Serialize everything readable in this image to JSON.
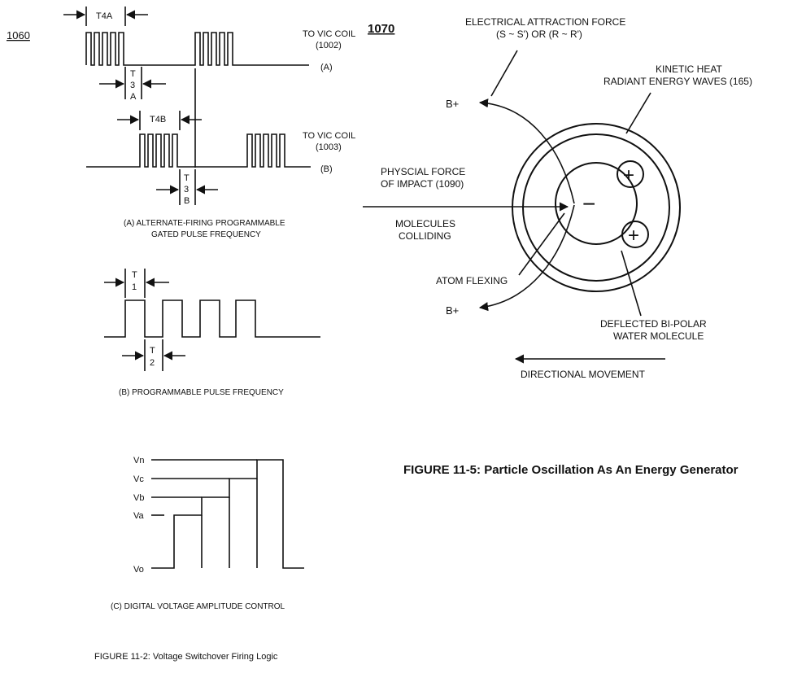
{
  "left": {
    "ref_number": "1060",
    "pulse_a": {
      "t4_label": "T4A",
      "t3_letters": [
        "T",
        "3",
        "A"
      ],
      "to_coil": "TO VIC COIL",
      "coil_ref": "(1002)",
      "channel": "(A)"
    },
    "pulse_b": {
      "t4_label": "T4B",
      "t3_letters": [
        "T",
        "3",
        "B"
      ],
      "to_coil": "TO VIC COIL",
      "coil_ref": "(1003)",
      "channel": "(B)"
    },
    "caption_a": [
      "(A) ALTERNATE-FIRING PROGRAMMABLE",
      "GATED PULSE FREQUENCY"
    ],
    "prog_pulse": {
      "t1_letters": [
        "T",
        "1"
      ],
      "t2_letters": [
        "T",
        "2"
      ],
      "caption": "(B) PROGRAMMABLE PULSE FREQUENCY"
    },
    "voltage": {
      "levels": [
        "Vn",
        "Vc",
        "Vb",
        "Va",
        "Vo"
      ],
      "caption": "(C) DIGITAL VOLTAGE AMPLITUDE CONTROL"
    },
    "figure_caption": "FIGURE 11-2: Voltage Switchover Firing Logic"
  },
  "right": {
    "ref_number": "1070",
    "attraction_force": [
      "ELECTRICAL ATTRACTION FORCE",
      "(S ~ S') OR (R ~ R')"
    ],
    "kinetic_heat": [
      "KINETIC HEAT",
      "RADIANT  ENERGY WAVES (165)"
    ],
    "b_plus": "B+",
    "impact": [
      "PHYSCIAL FORCE",
      "OF IMPACT (1090)"
    ],
    "colliding": [
      "MOLECULES",
      "COLLIDING"
    ],
    "atom_flexing": "ATOM FLEXING",
    "deflected": [
      "DEFLECTED BI-POLAR",
      "WATER MOLECULE"
    ],
    "minus": "−",
    "plus": "+",
    "direction": "DIRECTIONAL MOVEMENT",
    "figure_caption": "FIGURE 11-5: Particle Oscillation As An Energy Generator"
  }
}
